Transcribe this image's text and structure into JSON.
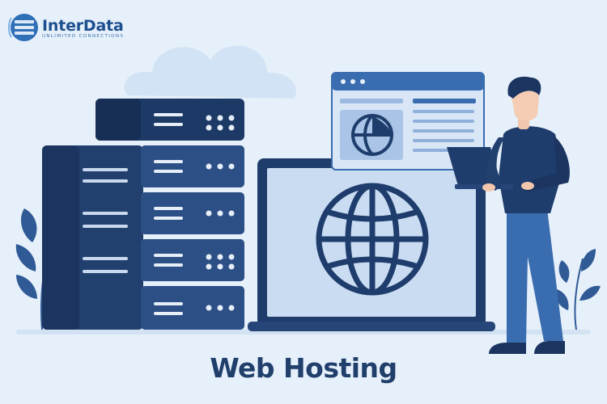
{
  "brand": {
    "name": "InterData",
    "tagline": "UNLIMITED CONNECTIONS",
    "logo_icon": "globe-server-icon"
  },
  "caption": "Web Hosting",
  "illustration": {
    "subject": "web hosting servers, website monitor and person with laptop",
    "icons": [
      "cloud-icon",
      "server-rack-icon",
      "browser-window-icon",
      "globe-icon",
      "laptop-icon",
      "plant-icon"
    ]
  },
  "colors": {
    "background": "#e6f0fa",
    "navy": "#1e3a66",
    "blue": "#3a6cb0",
    "light_blue": "#c9dcf2"
  }
}
